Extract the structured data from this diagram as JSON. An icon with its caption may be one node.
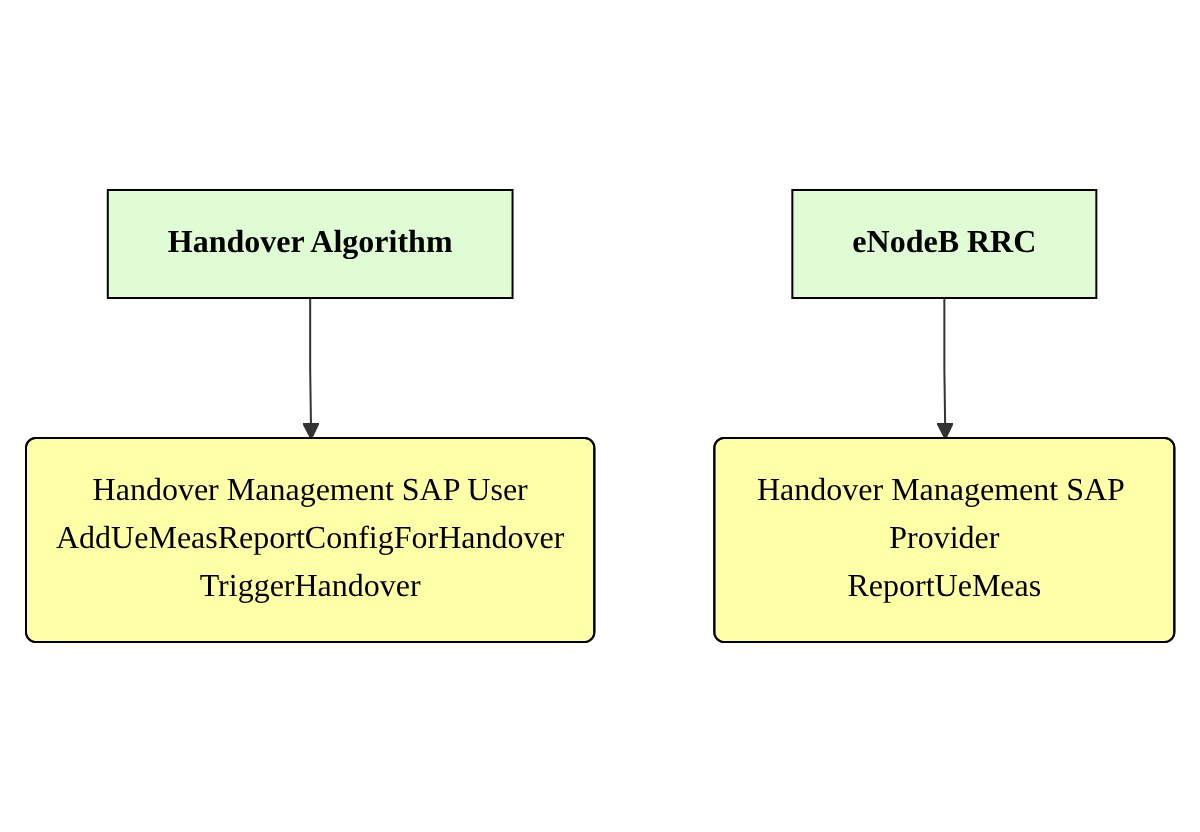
{
  "diagram": {
    "nodes": [
      {
        "text": [
          "Handover Algorithm"
        ]
      },
      {
        "text": [
          "Handover Management SAP Provider",
          "ReportUeMeas"
        ]
      },
      {
        "text": [
          "Handover Management SAP User",
          "AddUeMeasReportConfigForHandover",
          "TriggerHandover"
        ]
      },
      {
        "text": [
          "eNodeB RRC"
        ]
      }
    ],
    "edges": [
      {
        "from": 3,
        "to": 1,
        "arrow": "to"
      },
      {
        "from": 0,
        "to": 2,
        "arrow": "to"
      }
    ]
  }
}
